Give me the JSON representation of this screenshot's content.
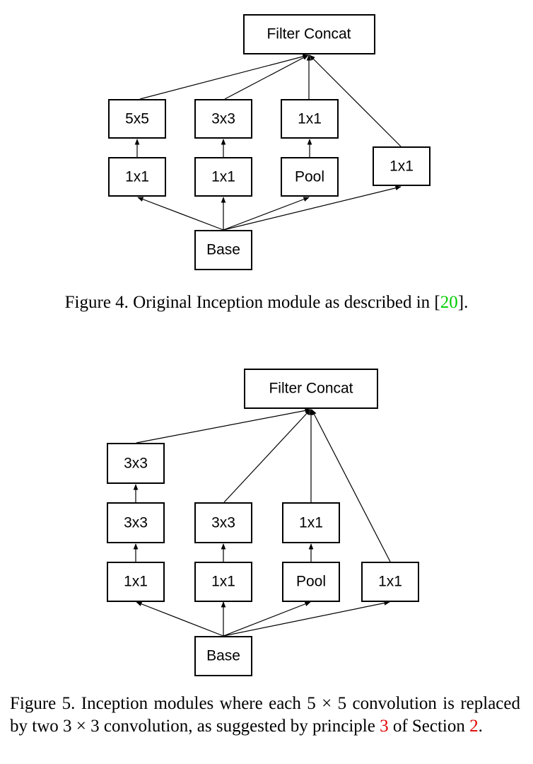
{
  "figure4": {
    "nodes": {
      "concat": "Filter Concat",
      "b1_top": "5x5",
      "b2_top": "3x3",
      "b3_top": "1x1",
      "b1_bottom": "1x1",
      "b2_bottom": "1x1",
      "b3_bottom": "Pool",
      "b4": "1x1",
      "base": "Base"
    },
    "caption": {
      "prefix": "Figure 4. Original Inception module as described in [",
      "ref": "20",
      "suffix": "]."
    }
  },
  "figure5": {
    "nodes": {
      "concat": "Filter Concat",
      "b1_top": "3x3",
      "b1_mid": "3x3",
      "b2_mid": "3x3",
      "b3_mid": "1x1",
      "b1_bottom": "1x1",
      "b2_bottom": "1x1",
      "b3_bottom": "Pool",
      "b4_bottom": "1x1",
      "base": "Base"
    },
    "caption": {
      "part1": "Figure 5. Inception modules where each 5 × 5 convolution is replaced by two 3 × 3 convolution, as suggested by principle ",
      "ref_principle": "3",
      "part2": " of Section ",
      "ref_section": "2",
      "part3": "."
    }
  },
  "colors": {
    "link_green": "#00cc00",
    "link_red": "#e00000"
  }
}
